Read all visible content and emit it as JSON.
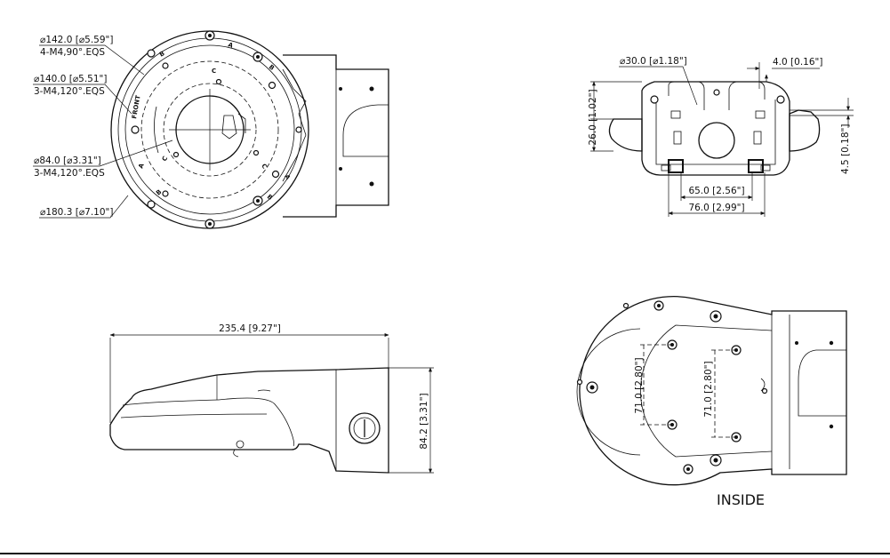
{
  "top_view": {
    "callouts": [
      {
        "line1": "⌀142.0 [⌀5.59\"]",
        "line2": "4-M4,90°.EQS"
      },
      {
        "line1": "⌀140.0 [⌀5.51\"]",
        "line2": "3-M4,120°.EQS"
      },
      {
        "line1": "⌀84.0 [⌀3.31\"]",
        "line2": "3-M4,120°.EQS"
      },
      {
        "line1": "⌀180.3 [⌀7.10\"]"
      }
    ],
    "hole_letters": {
      "a": "A",
      "b": "B",
      "c": "C"
    },
    "front_mark": "FRONT"
  },
  "end_view": {
    "dims": {
      "hole_dia": "⌀30.0 [⌀1.18\"]",
      "top_gap": "4.0 [0.16\"]",
      "height": "26.0 [1.02\"]",
      "lip": "4.5 [0.18\"]",
      "inner_width": "65.0 [2.56\"]",
      "outer_width": "76.0 [2.99\"]"
    }
  },
  "side_view": {
    "dims": {
      "length": "235.4 [9.27\"]",
      "height": "84.2 [3.31\"]"
    }
  },
  "inside_view": {
    "dims": {
      "pitch_left": "71.0 [2.80\"]",
      "pitch_right": "71.0 [2.80\"]"
    },
    "caption": "INSIDE"
  }
}
